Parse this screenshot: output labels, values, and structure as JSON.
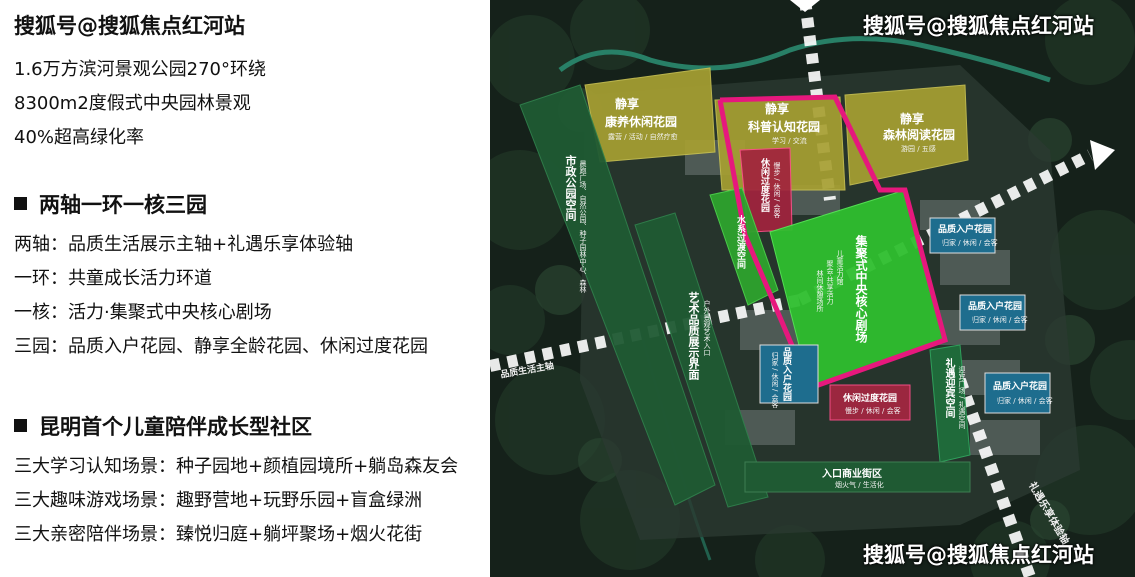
{
  "watermark": "搜狐号@搜狐焦点红河站",
  "intro": {
    "lines": [
      "1.6万方滨河景观公园270°环绕",
      "8300m2度假式中央园林景观",
      "40%超高绿化率"
    ]
  },
  "section_axes": {
    "heading": "两轴一环一核三园",
    "lines": [
      "两轴：品质生活展示主轴+礼遇乐享体验轴",
      "一环：共童成长活力环道",
      "一核：活力·集聚式中央核心剧场",
      "三园：品质入户花园、静享全龄花园、休闲过度花园"
    ]
  },
  "section_children": {
    "heading": "昆明首个儿童陪伴成长型社区",
    "lines": [
      "三大学习认知场景：种子园地+颜植园境所+躺岛森友会",
      "三大趣味游戏场景：趣野营地+玩野乐园+盲盒绿洲",
      "三大亲密陪伴场景：臻悦归庭+躺坪聚场+烟火花街"
    ]
  },
  "plan": {
    "jingxiang_kangshou": {
      "title": "静享",
      "name": "康养休闲花园",
      "sub": "露营 / 活动 / 自然疗愈"
    },
    "jingxiang_kepu": {
      "title": "静享",
      "name": "科普认知花园",
      "sub": "学习 / 交流"
    },
    "jingxiang_senlin": {
      "title": "静享",
      "name": "森林阅读花园",
      "sub": "游园 / 五感"
    },
    "shizheng_park": {
      "name": "市政公园空间",
      "sub": "晨跑广场、自然公园、种子园林中心、森林"
    },
    "xiuxian_top": {
      "name": "休闲过度花园",
      "sub": "慢步 / 休闲 / 会客"
    },
    "shuixi": {
      "name": "水系过渡空间"
    },
    "central": {
      "name": "集聚式中央核心剧场",
      "sub1": "儿童活力馆",
      "sub2": "聚会·共享活力",
      "sub3": "林间休憩场所"
    },
    "yishu": {
      "name": "艺术品质展示界面",
      "sub": "户外景观艺术入口"
    },
    "pinzhi_left": {
      "name": "品质入户花园",
      "sub": "归家 / 休闲 / 会客"
    },
    "xiuxian_bottom": {
      "name": "休闲过度花园",
      "sub": "慢步 / 休闲 / 会客"
    },
    "liyu": {
      "name": "礼遇迎宾空间",
      "sub": "迎宾广场 / 礼遇空间"
    },
    "pinzhi_r1": {
      "name": "品质入户花园",
      "sub": "归家 / 休闲 / 会客"
    },
    "pinzhi_r2": {
      "name": "品质入户花园",
      "sub": "归家 / 休闲 / 会客"
    },
    "pinzhi_r3": {
      "name": "品质入户花园",
      "sub": "归家 / 休闲 / 会客"
    },
    "entrance": {
      "name": "入口商业街区",
      "sub": "烟火气 / 生活化"
    },
    "axis_left": "品质生活主轴",
    "axis_right": "礼遇乐享体验轴"
  },
  "colors": {
    "olive": "#a7a032",
    "magenta": "#e6187d",
    "bright_green": "#2fbf2f",
    "dark_green": "#1f5a33",
    "teal_blue": "#1e6d8e",
    "maroon": "#a2233e"
  }
}
